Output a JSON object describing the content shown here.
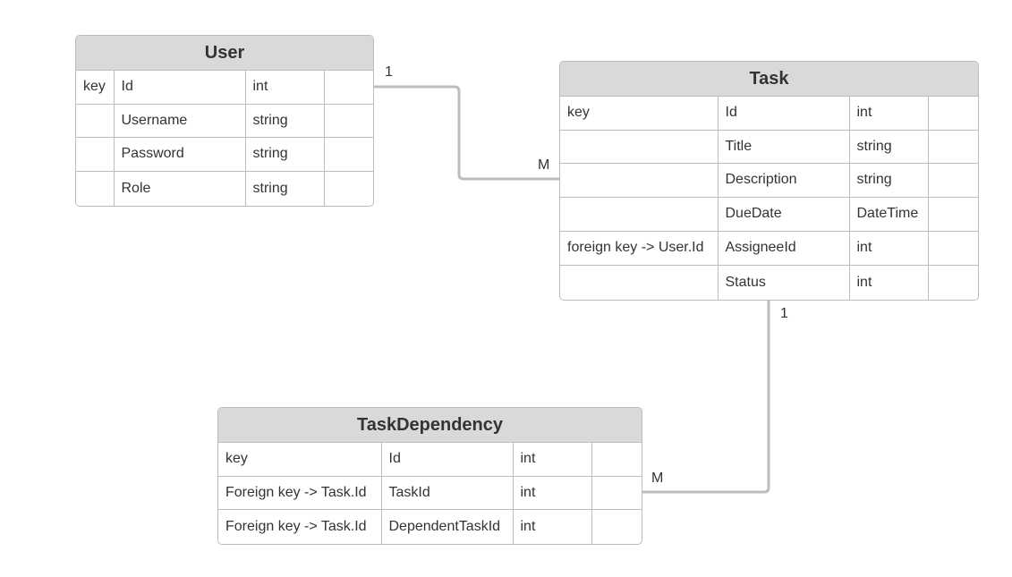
{
  "entities": {
    "user": {
      "title": "User",
      "rows": [
        {
          "key": "key",
          "name": "Id",
          "type": "int",
          "extra": ""
        },
        {
          "key": "",
          "name": "Username",
          "type": "string",
          "extra": ""
        },
        {
          "key": "",
          "name": "Password",
          "type": "string",
          "extra": ""
        },
        {
          "key": "",
          "name": "Role",
          "type": "string",
          "extra": ""
        }
      ]
    },
    "task": {
      "title": "Task",
      "rows": [
        {
          "key": "key",
          "name": "Id",
          "type": "int",
          "extra": ""
        },
        {
          "key": "",
          "name": "Title",
          "type": "string",
          "extra": ""
        },
        {
          "key": "",
          "name": "Description",
          "type": "string",
          "extra": ""
        },
        {
          "key": "",
          "name": "DueDate",
          "type": "DateTime",
          "extra": ""
        },
        {
          "key": "foreign key -> User.Id",
          "name": "AssigneeId",
          "type": "int",
          "extra": ""
        },
        {
          "key": "",
          "name": "Status",
          "type": "int",
          "extra": ""
        }
      ]
    },
    "taskdependency": {
      "title": "TaskDependency",
      "rows": [
        {
          "key": "key",
          "name": "Id",
          "type": "int",
          "extra": ""
        },
        {
          "key": "Foreign key -> Task.Id",
          "name": "TaskId",
          "type": "int",
          "extra": ""
        },
        {
          "key": "Foreign key -> Task.Id",
          "name": "DependentTaskId",
          "type": "int",
          "extra": ""
        }
      ]
    }
  },
  "relations": [
    {
      "from": "User",
      "to": "Task",
      "from_card": "1",
      "to_card": "M"
    },
    {
      "from": "Task",
      "to": "TaskDependency",
      "from_card": "1",
      "to_card": "M"
    }
  ]
}
